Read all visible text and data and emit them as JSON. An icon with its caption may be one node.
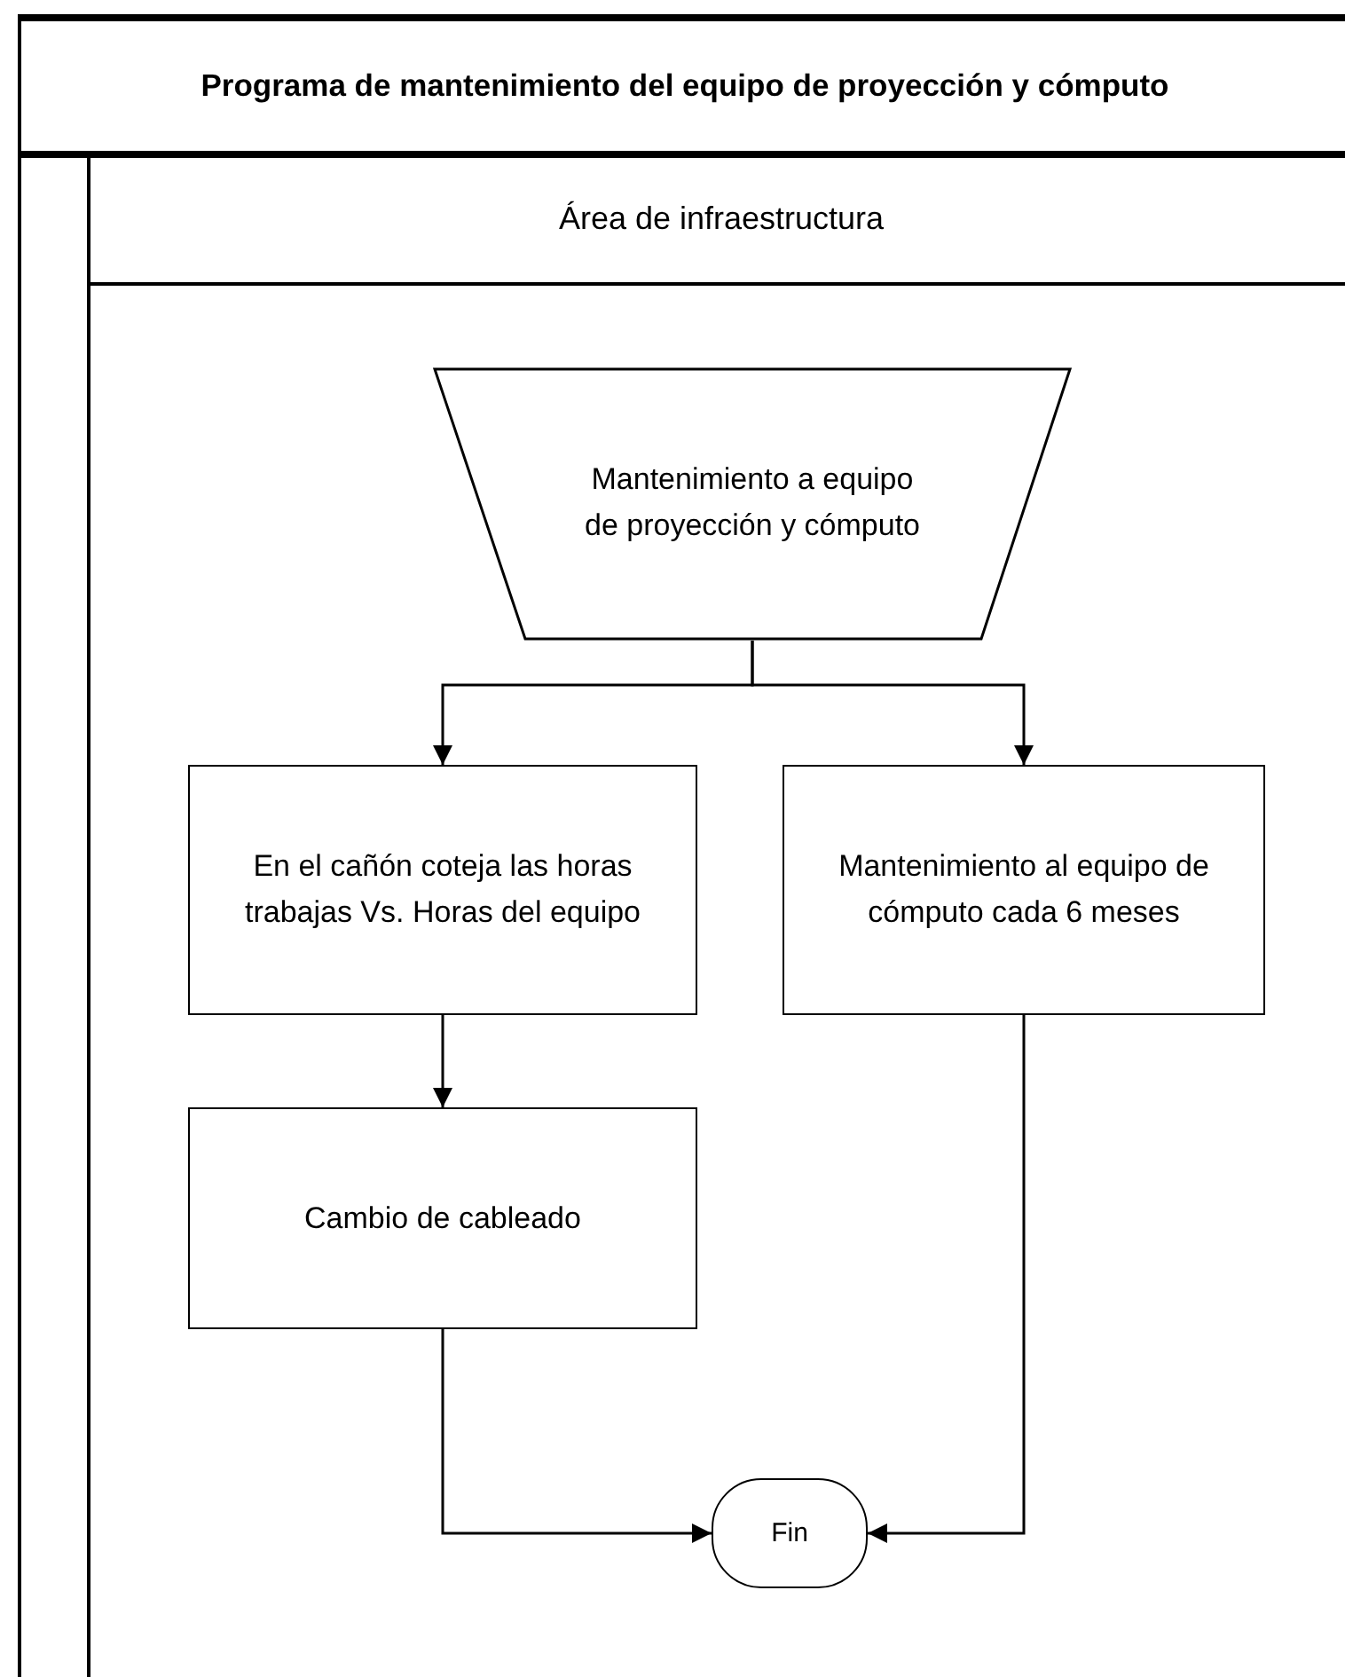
{
  "diagram": {
    "nodes": [
      {
        "text": [
          "Programa de mantenimiento del equipo de proyección y cómputo"
        ]
      },
      {
        "text": [
          "Área de infraestructura"
        ],
        "in": 0
      },
      {
        "text": [
          "Mantenimiento a equipo de proyección y cómputo"
        ],
        "in": 1
      },
      {
        "text": [
          "En el cañón coteja las horas trabajas Vs. Horas del equipo"
        ],
        "in": 1
      },
      {
        "text": [
          "Mantenimiento al equipo de cómputo cada 6 meses"
        ],
        "in": 1
      },
      {
        "text": [
          "Cambio de cableado"
        ],
        "in": 1
      },
      {
        "text": [
          "Fin"
        ],
        "in": 1
      }
    ],
    "edges": [
      {
        "from": 2,
        "to": 3,
        "arrow": "to"
      },
      {
        "from": 2,
        "to": 4,
        "arrow": "to"
      },
      {
        "from": 3,
        "to": 5,
        "arrow": "to"
      },
      {
        "from": 5,
        "to": 6,
        "arrow": "to"
      },
      {
        "from": 4,
        "to": 6,
        "arrow": "to"
      }
    ]
  }
}
